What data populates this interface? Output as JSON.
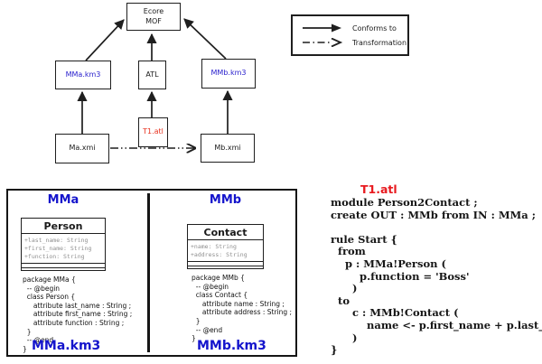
{
  "colors": {
    "blue": "#1414cc",
    "red": "#e81a1f",
    "line": "#1f1f1f"
  },
  "top_diagram": {
    "nodes": {
      "ecore": {
        "label": "Ecore\nMOF"
      },
      "mma_km3": {
        "label": "MMa.km3"
      },
      "atl": {
        "label": "ATL"
      },
      "mmb_km3": {
        "label": "MMb.km3"
      },
      "t1_atl": {
        "label": "T1.atl"
      },
      "ma_xmi": {
        "label": "Ma.xmi"
      },
      "mb_xmi": {
        "label": "Mb.xmi"
      }
    }
  },
  "legend": {
    "items": [
      {
        "label": "Conforms to",
        "arrow": "solid-filled-arrow"
      },
      {
        "label": "Transformation",
        "arrow": "dash-dot-open-arrow"
      }
    ]
  },
  "metamodel_panel": {
    "left": {
      "title": "MMa",
      "class_box": {
        "name": "Person",
        "attributes": [
          "+last_name: String",
          "+first_name: String",
          "+function: String"
        ]
      },
      "code": "package MMa {\n  -- @begin\n  class Person {\n     attribute last_name : String ;\n     attribute first_name : String ;\n     attribute function : String ;\n  }\n  -- @end\n}",
      "footer": "MMa.km3"
    },
    "right": {
      "title": "MMb",
      "class_box": {
        "name": "Contact",
        "attributes": [
          "+name: String",
          "+address: String"
        ]
      },
      "code": "package MMb {\n  -- @begin\n  class Contact {\n     attribute name : String ;\n     attribute address : String ;\n  }\n  -- @end\n}",
      "footer": "MMb.km3"
    }
  },
  "atl_panel": {
    "title": "T1.atl",
    "code": "module Person2Contact ;\ncreate OUT : MMb from IN : MMa ;\n\nrule Start {\n  from\n    p : MMa!Person (\n        p.function = 'Boss'\n      )\n  to\n      c : MMb!Contact (\n          name <- p.first_name + p.last_name\n      )\n}"
  }
}
